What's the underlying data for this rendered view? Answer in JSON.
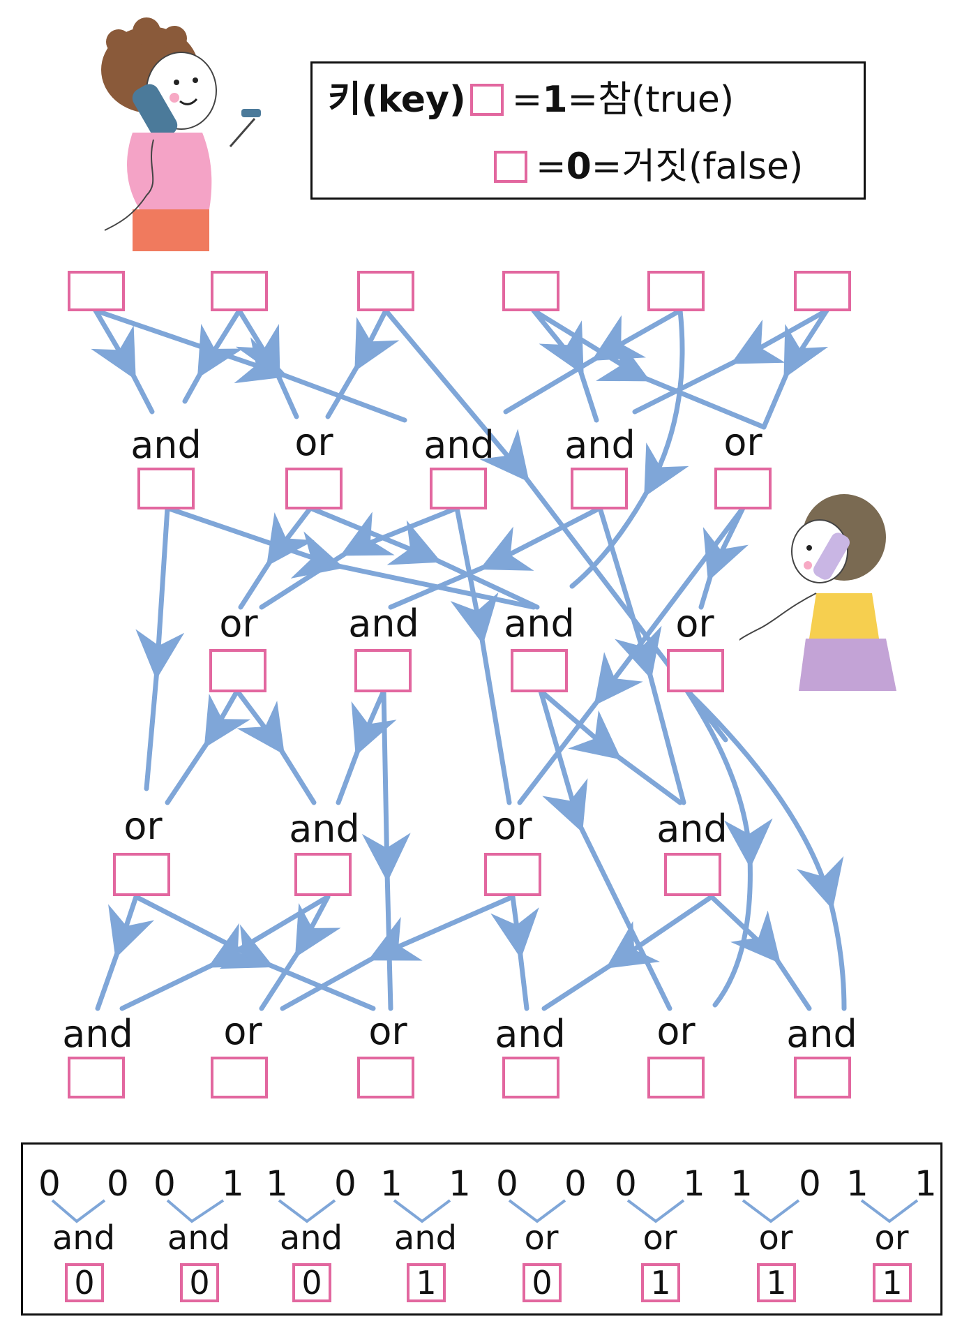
{
  "legend": {
    "key_label": "키(key)",
    "true_line": {
      "eq1": "=",
      "value": "1",
      "eq2": "=",
      "word": "참(true)"
    },
    "false_line": {
      "eq1": "=",
      "value": "0",
      "eq2": "=",
      "word": "거짓(false)"
    }
  },
  "network": {
    "inputs": [
      "",
      "",
      "",
      "",
      "",
      ""
    ],
    "level1": [
      {
        "op": "and",
        "value": ""
      },
      {
        "op": "or",
        "value": ""
      },
      {
        "op": "and",
        "value": ""
      },
      {
        "op": "and",
        "value": ""
      },
      {
        "op": "or",
        "value": ""
      }
    ],
    "level2": [
      {
        "op": "or",
        "value": ""
      },
      {
        "op": "and",
        "value": ""
      },
      {
        "op": "and",
        "value": ""
      },
      {
        "op": "or",
        "value": ""
      }
    ],
    "level3": [
      {
        "op": "or",
        "value": ""
      },
      {
        "op": "and",
        "value": ""
      },
      {
        "op": "or",
        "value": ""
      },
      {
        "op": "and",
        "value": ""
      }
    ],
    "level4": [
      {
        "op": "and",
        "value": ""
      },
      {
        "op": "or",
        "value": ""
      },
      {
        "op": "or",
        "value": ""
      },
      {
        "op": "and",
        "value": ""
      },
      {
        "op": "or",
        "value": ""
      },
      {
        "op": "and",
        "value": ""
      }
    ],
    "arrow_color": "#7fa6d8",
    "box_color": "#e2679f"
  },
  "truth_table": [
    {
      "a": "0",
      "b": "0",
      "op": "and",
      "result": "0"
    },
    {
      "a": "0",
      "b": "1",
      "op": "and",
      "result": "0"
    },
    {
      "a": "1",
      "b": "0",
      "op": "and",
      "result": "0"
    },
    {
      "a": "1",
      "b": "1",
      "op": "and",
      "result": "1"
    },
    {
      "a": "0",
      "b": "0",
      "op": "or",
      "result": "0"
    },
    {
      "a": "0",
      "b": "1",
      "op": "or",
      "result": "1"
    },
    {
      "a": "1",
      "b": "0",
      "op": "or",
      "result": "1"
    },
    {
      "a": "1",
      "b": "1",
      "op": "or",
      "result": "1"
    }
  ],
  "illustrations": [
    "boy-on-phone",
    "girl-on-phone"
  ]
}
